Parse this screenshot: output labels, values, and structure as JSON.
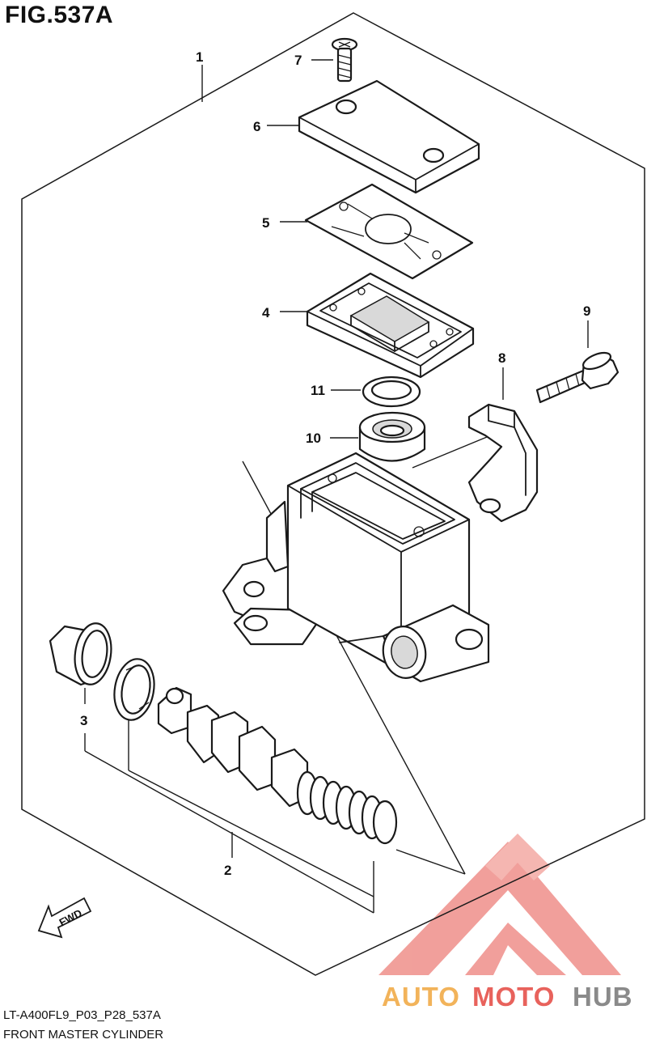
{
  "figure": {
    "title": "FIG.537A",
    "code": "LT-A400FL9_P03_P28_537A",
    "name": "FRONT MASTER CYLINDER"
  },
  "callouts": [
    "1",
    "2",
    "3",
    "4",
    "5",
    "6",
    "7",
    "8",
    "9",
    "10",
    "11"
  ],
  "direction_label": "FWD",
  "watermark": {
    "part1": "AUTO",
    "part2": "MOTO",
    "part3": "HUB",
    "color_primary": "#f2b35a",
    "color_secondary": "#e8625c",
    "color_dark": "#8a8a8a"
  }
}
